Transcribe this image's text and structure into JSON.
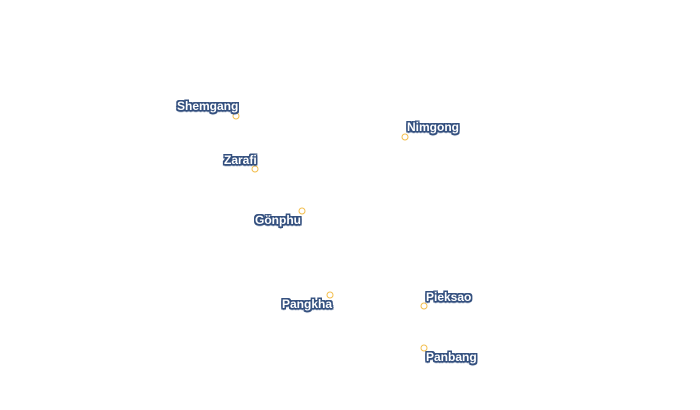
{
  "map": {
    "colors": {
      "background": "#ffffff",
      "dot": "#f2bd4b",
      "label_halo": "#34507f",
      "label_text": "#ffffff"
    },
    "places": [
      {
        "name": "Shemgang"
      },
      {
        "name": "Nimgong"
      },
      {
        "name": "Zarafi"
      },
      {
        "name": "Gönphu"
      },
      {
        "name": "Pangkha"
      },
      {
        "name": "Pieksao"
      },
      {
        "name": "Panbang"
      }
    ]
  }
}
